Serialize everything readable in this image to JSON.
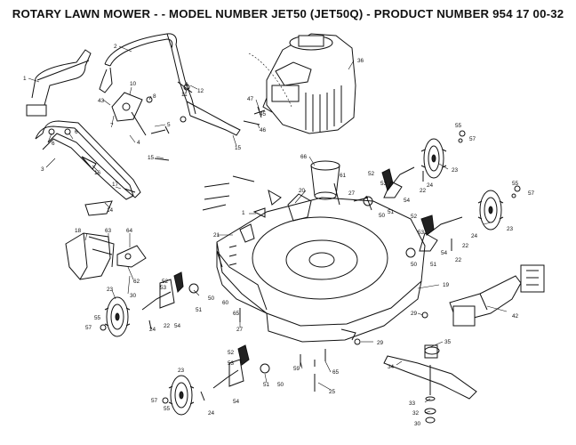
{
  "title": "ROTARY LAWN MOWER - - MODEL NUMBER JET50 (JET50Q) - PRODUCT NUMBER 954 17 00-32",
  "callouts": {
    "c1": "1",
    "c2": "2",
    "c3": "3",
    "c4": "4",
    "c5": "5",
    "c6a": "6",
    "c6b": "6",
    "c7": "7",
    "c8": "8",
    "c9": "9",
    "c10": "10",
    "c11": "11",
    "c12": "12",
    "c14": "14",
    "c15a": "15",
    "c15b": "15",
    "c16": "16",
    "c17": "17",
    "c18": "18",
    "c19": "19",
    "c20": "20",
    "c21": "21",
    "c22a": "22",
    "c22b": "22",
    "c22c": "22",
    "c23a": "23",
    "c23b": "23",
    "c23c": "23",
    "c23d": "23",
    "c24a": "24",
    "c24b": "24",
    "c24c": "24",
    "c24d": "24",
    "c25": "25",
    "c27a": "27",
    "c27b": "27",
    "c29a": "29",
    "c29b": "29",
    "c30": "30",
    "c32": "32",
    "c33": "33",
    "c34": "34",
    "c35": "35",
    "c36": "36",
    "c42": "42",
    "c43": "43",
    "c45": "45",
    "c46": "46",
    "c47": "47",
    "c50a": "50",
    "c50b": "50",
    "c50c": "50",
    "c50d": "50",
    "c51a": "51",
    "c51b": "51",
    "c51c": "51",
    "c51d": "51",
    "c52a": "52",
    "c52b": "52",
    "c52c": "52",
    "c52d": "52",
    "c53a": "53",
    "c53b": "53",
    "c53c": "53",
    "c53d": "53",
    "c54a": "54",
    "c54b": "54",
    "c54c": "54",
    "c54d": "54",
    "c55a": "55",
    "c55b": "55",
    "c55c": "55",
    "c55d": "55",
    "c57a": "57",
    "c57b": "57",
    "c57c": "57",
    "c57d": "57",
    "c59": "59",
    "c60": "60",
    "c61": "61",
    "c62": "62",
    "c63": "63",
    "c64": "64",
    "c65": "65",
    "c66": "66"
  }
}
